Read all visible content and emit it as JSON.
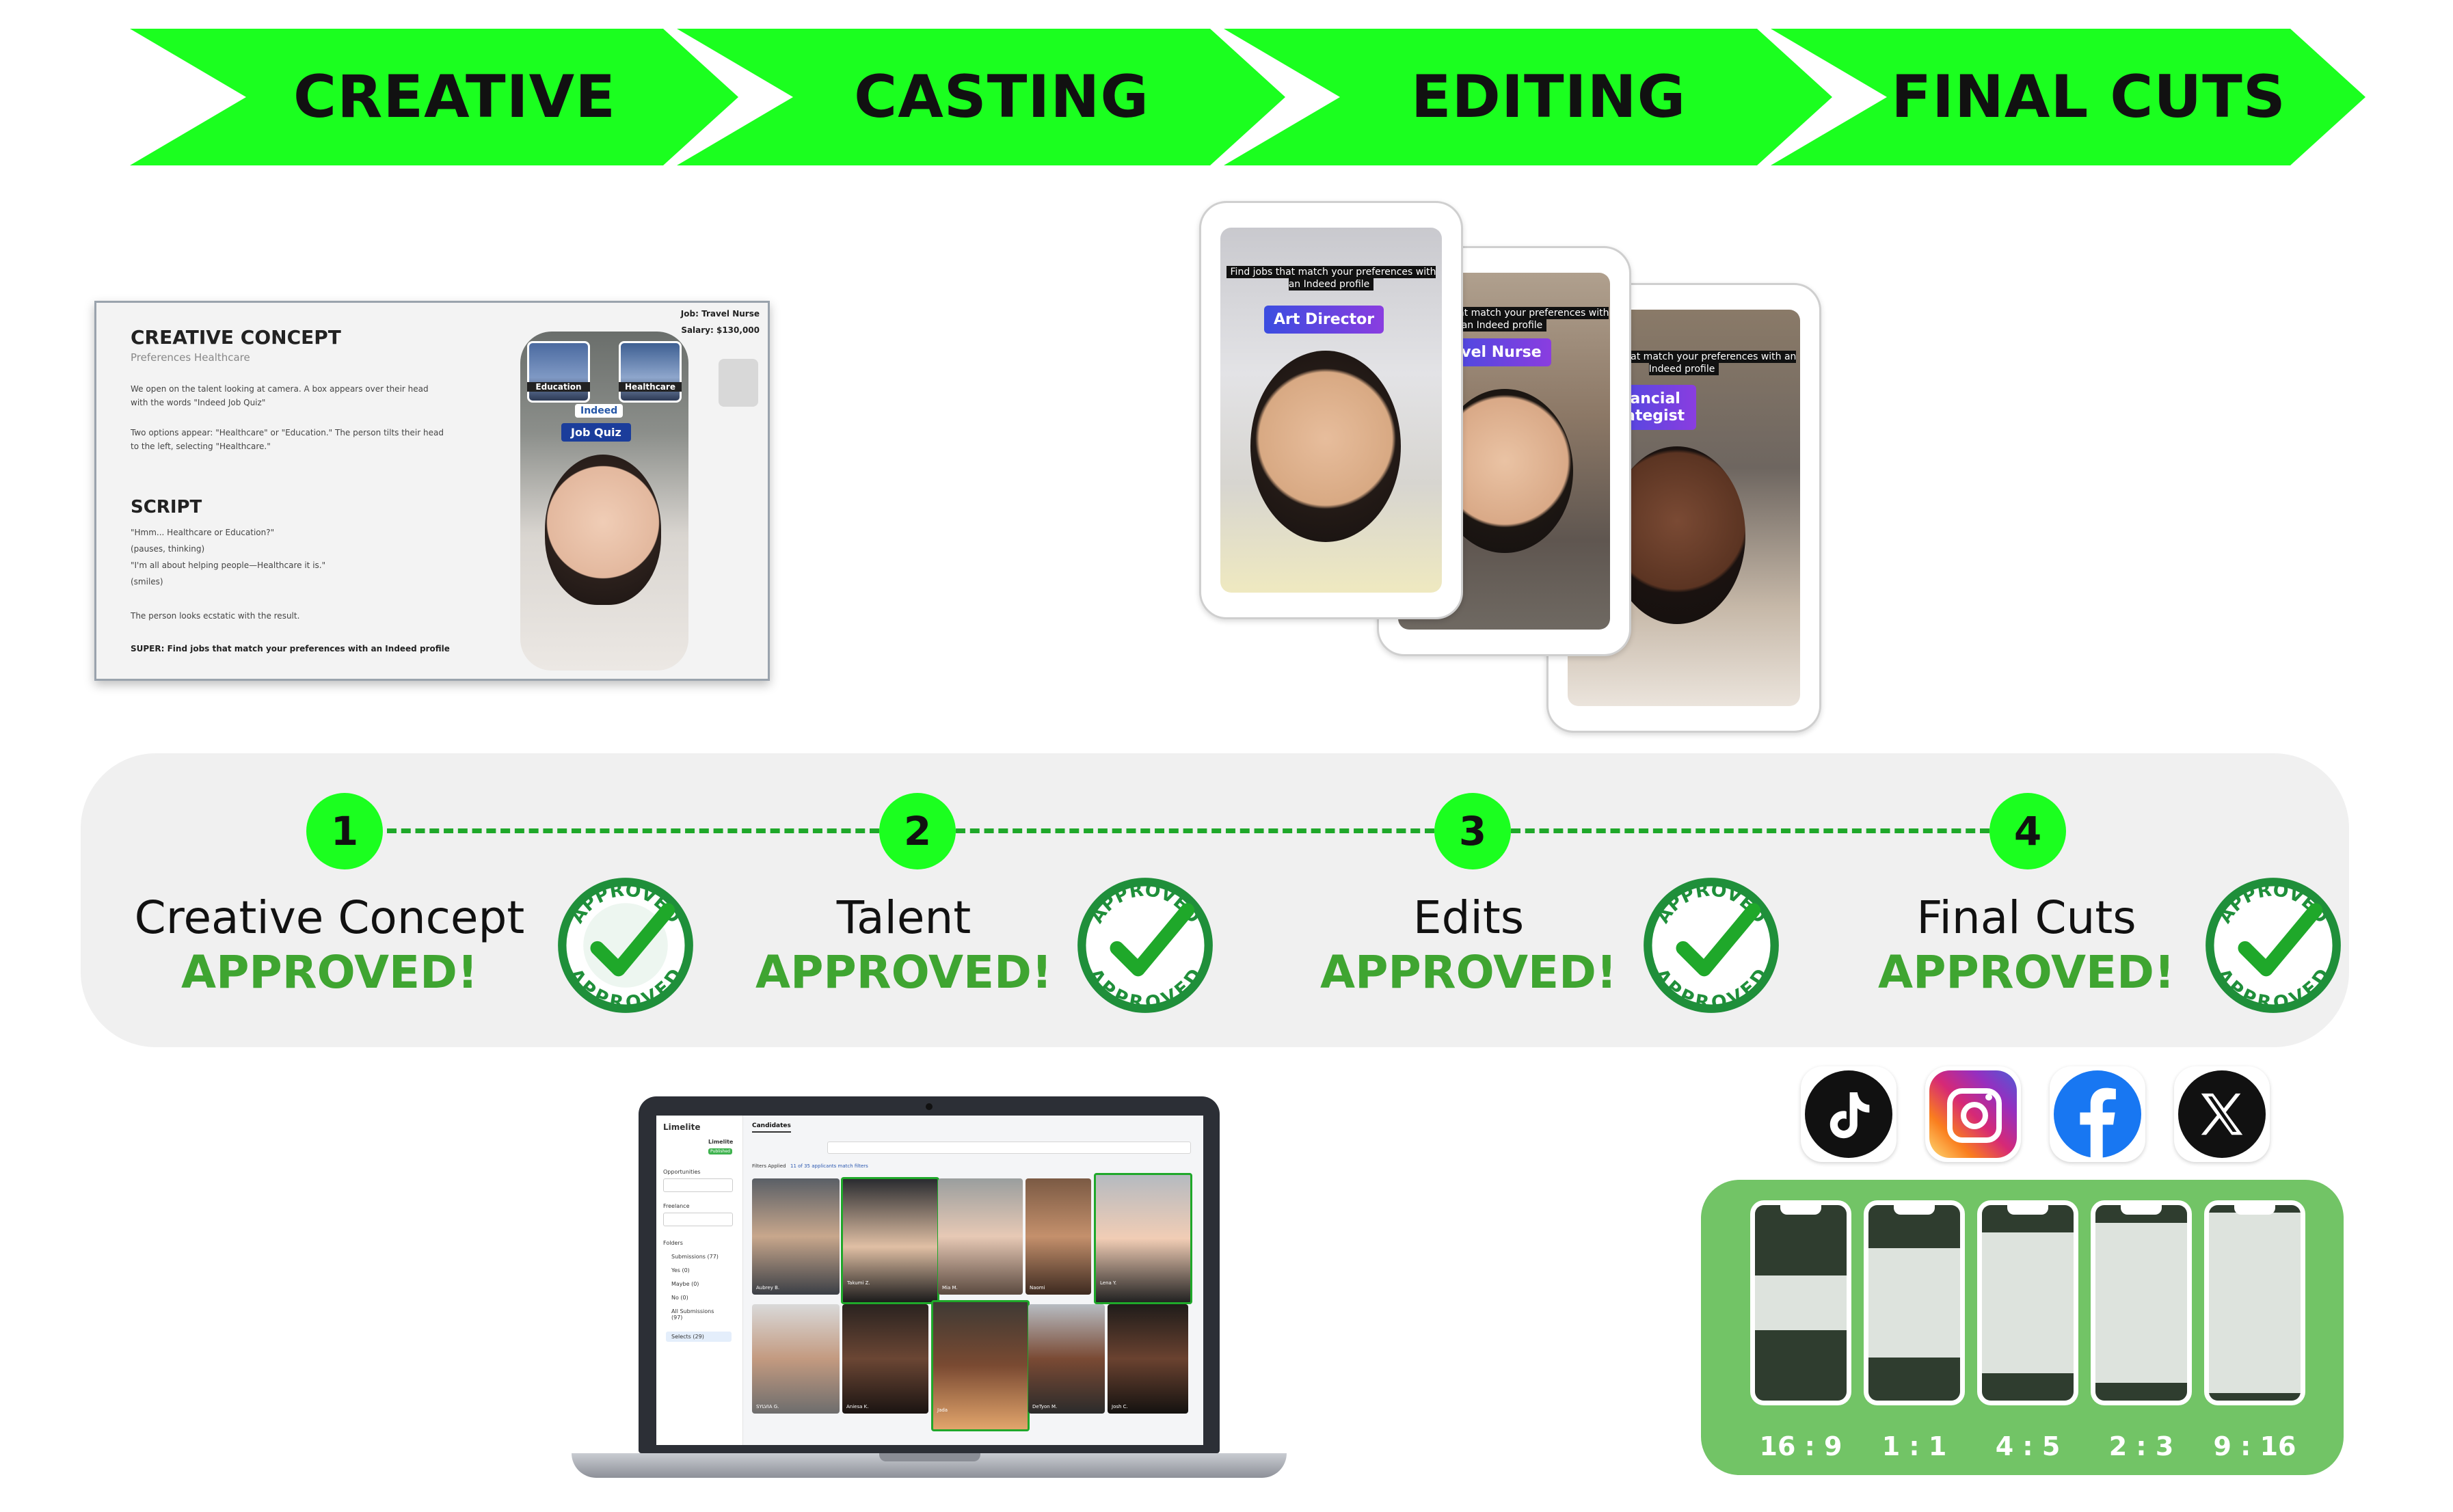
{
  "stages": [
    "CREATIVE",
    "CASTING",
    "EDITING",
    "FINAL CUTS"
  ],
  "brand_green": "#1bff1f",
  "approval_green": "#3fa531",
  "concept_slide": {
    "title": "CREATIVE CONCEPT",
    "subtitle": "Preferences Healthcare",
    "para1": "We open on the talent looking at camera. A box appears over their head with the words \"Indeed Job Quiz\"",
    "para2": "Two options appear: \"Healthcare\" or \"Education.\" The person tilts their head to the left, selecting \"Healthcare.\"",
    "script_title": "SCRIPT",
    "script_lines": [
      "\"Hmm... Healthcare or Education?\"",
      "(pauses, thinking)",
      "\"I'm all about helping people—Healthcare it is.\"",
      "(smiles)"
    ],
    "para3": "The person looks ecstatic with the result.",
    "super": "SUPER: Find jobs that match your preferences with an Indeed profile",
    "job": "Job: Travel Nurse",
    "salary": "Salary: $130,000",
    "option_left": "Education",
    "option_right": "Healthcare",
    "quiz_brand": "Indeed",
    "quiz_label": "Job Quiz"
  },
  "video_cards": {
    "caption": "Find jobs that match your preferences with an Indeed profile",
    "roles": [
      "Art Director",
      "Travel Nurse",
      "Financial Strategist"
    ]
  },
  "steps": [
    {
      "number": "1",
      "title": "Creative Concept",
      "status": "APPROVED!"
    },
    {
      "number": "2",
      "title": "Talent",
      "status": "APPROVED!"
    },
    {
      "number": "3",
      "title": "Edits",
      "status": "APPROVED!"
    },
    {
      "number": "4",
      "title": "Final Cuts",
      "status": "APPROVED!"
    }
  ],
  "seal_text": "APPROVED",
  "laptop": {
    "logo": "Limelite",
    "tab": "Candidates",
    "company": "Limelite",
    "company_badge": "Published",
    "filters_label": "Filters Applied",
    "match_text": "11 of 35 applicants match filters",
    "sidebar_labels": [
      "Opportunities",
      "Freelance",
      "Folders"
    ],
    "folders": [
      "Submissions (77)",
      "Yes (0)",
      "Maybe (0)",
      "No (0)",
      "All Submissions (97)",
      "Selects (29)"
    ],
    "candidates": [
      "Aubrey B.",
      "Takumi Z.",
      "Mia M.",
      "Naomi",
      "Lena Y.",
      "SYLVIA G.",
      "Aniesa K.",
      "Jada",
      "DeTyon M.",
      "Josh C."
    ]
  },
  "socials": [
    "tiktok-icon",
    "instagram-icon",
    "facebook-icon",
    "x-icon"
  ],
  "formats": [
    "16 : 9",
    "1 : 1",
    "4 : 5",
    "2 : 3",
    "9 : 16"
  ]
}
